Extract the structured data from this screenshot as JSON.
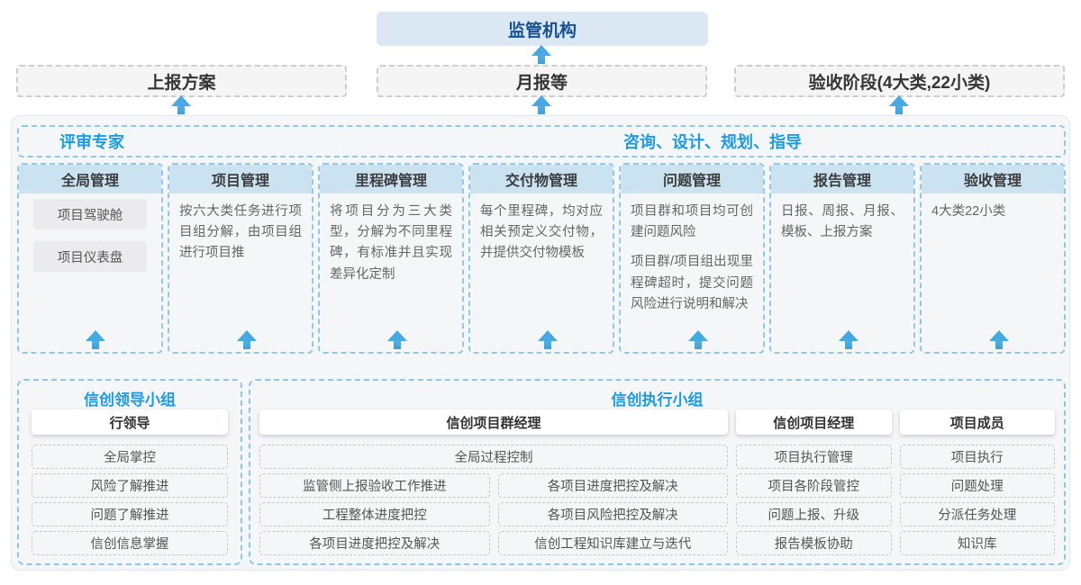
{
  "colors": {
    "accent_blue": "#1e9be2",
    "regulator_bg": "#dbe8f4",
    "regulator_text": "#17518d",
    "panel_bg": "#f5f6f8",
    "column_header_bg": "#cbe2f1",
    "dashed_blue_border": "#92c8e9",
    "dashed_gray_border": "#c6c6c6",
    "arrow_blue": "#46a9e1"
  },
  "top": {
    "regulator_label": "监管机构"
  },
  "report_row": {
    "items": [
      "上报方案",
      "月报等",
      "验收阶段(4大类,22小类)"
    ]
  },
  "panel": {
    "experts_label": "评审专家",
    "guidance_label": "咨询、设计、规划、指导",
    "columns": [
      {
        "title": "全局管理",
        "pills": [
          "项目驾驶舱",
          "项目仪表盘"
        ]
      },
      {
        "title": "项目管理",
        "paragraphs": [
          "按六大类任务进行项目组分解，由项目组进行项目推"
        ]
      },
      {
        "title": "里程碑管理",
        "paragraphs": [
          "将项目分为三大类型，分解为不同里程碑，有标准并且实现差异化定制"
        ]
      },
      {
        "title": "交付物管理",
        "paragraphs": [
          "每个里程碑，均对应相关预定义交付物，并提供交付物模板"
        ]
      },
      {
        "title": "问题管理",
        "paragraphs": [
          "项目群和项目均可创建问题风险",
          "项目群/项目组出现里程碑超时，提交问题风险进行说明和解决"
        ]
      },
      {
        "title": "报告管理",
        "paragraphs": [
          "日报、周报、月报、模板、上报方案"
        ]
      },
      {
        "title": "验收管理",
        "paragraphs": [
          "4大类22小类"
        ]
      }
    ]
  },
  "bottom": {
    "leader_group": {
      "title": "信创领导小组",
      "role": "行领导",
      "items": [
        "全局掌控",
        "风险了解推进",
        "问题了解推进",
        "信创信息掌握"
      ]
    },
    "exec_group": {
      "title": "信创执行小组",
      "program_manager": {
        "role": "信创项目群经理",
        "full_item": "全局过程控制",
        "left_items": [
          "监管侧上报验收工作推进",
          "工程整体进度把控",
          "各项目进度把控及解决"
        ],
        "right_items": [
          "各项目进度把控及解决",
          "各项目风险把控及解决",
          "信创工程知识库建立与迭代"
        ]
      },
      "project_manager": {
        "role": "信创项目经理",
        "items": [
          "项目执行管理",
          "项目各阶段管控",
          "问题上报、升级",
          "报告模板协助"
        ]
      },
      "member": {
        "role": "项目成员",
        "items": [
          "项目执行",
          "问题处理",
          "分派任务处理",
          "知识库"
        ]
      }
    }
  }
}
